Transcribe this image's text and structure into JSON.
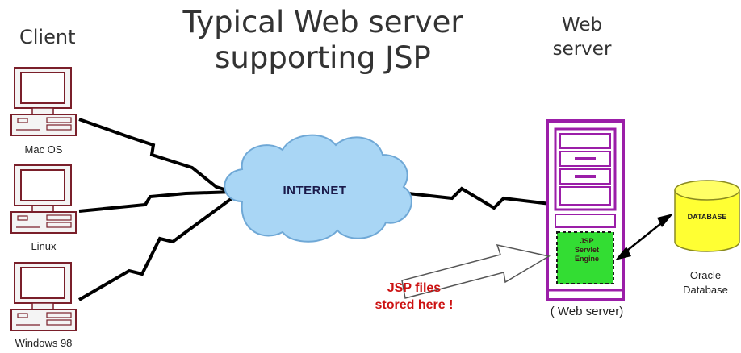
{
  "title": {
    "line1": "Typical Web server",
    "line2": "supporting JSP"
  },
  "client_heading": "Client",
  "server_heading": {
    "line1": "Web",
    "line2": "server"
  },
  "clients": [
    {
      "label": "Mac OS"
    },
    {
      "label": "Linux"
    },
    {
      "label": "Windows 98"
    }
  ],
  "internet_label": "INTERNET",
  "engine_label": {
    "line1": "JSP",
    "line2": "Servlet",
    "line3": "Engine"
  },
  "database_label": "DATABASE",
  "oracle_label": {
    "line1": "Oracle",
    "line2": "Database"
  },
  "jsp_note": {
    "line1": "JSP files",
    "line2": "stored here !"
  },
  "web_server_caption": "( Web server)",
  "colors": {
    "server_frame": "#9b1ea8",
    "engine_fill": "#33dd33",
    "database_fill": "#ffff33",
    "cloud_fill": "#a9d6f5",
    "note_red": "#cc1111"
  }
}
